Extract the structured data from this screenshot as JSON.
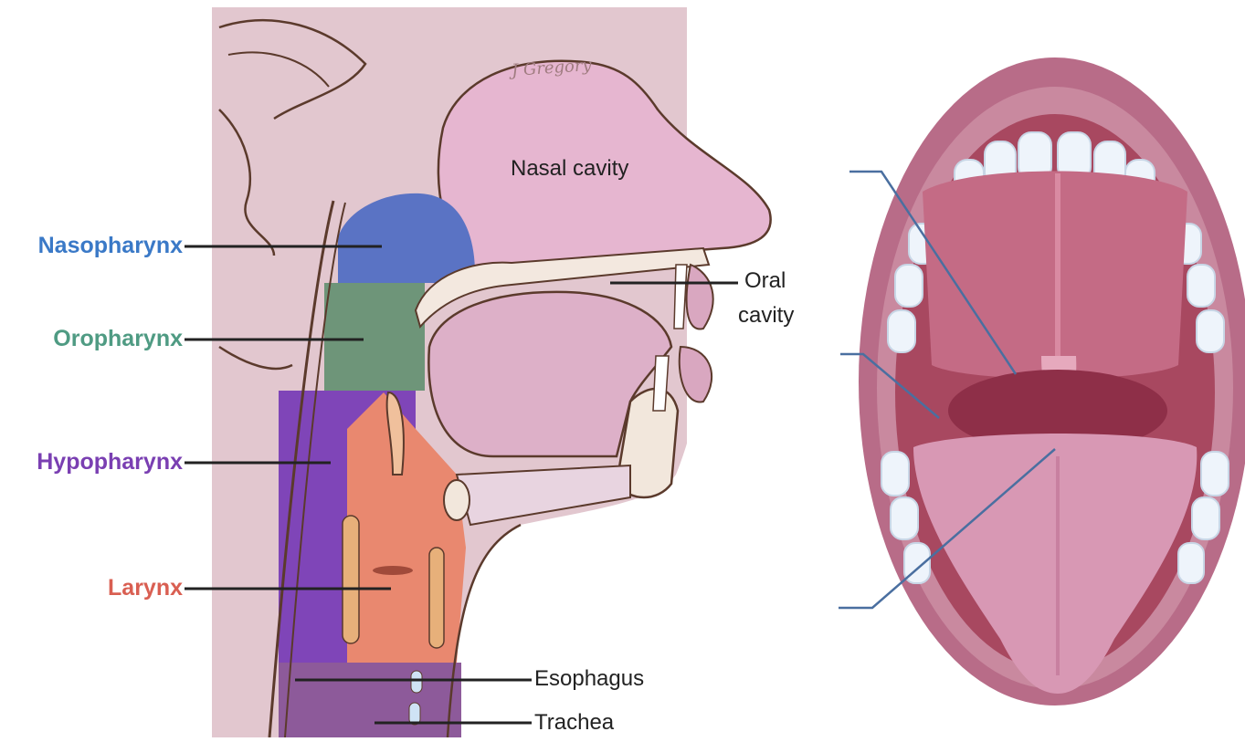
{
  "signature": "J Gregory",
  "region_labels": {
    "nasopharynx": "Nasopharynx",
    "oropharynx": "Oropharynx",
    "hypopharynx": "Hypopharynx",
    "larynx": "Larynx"
  },
  "structure_labels": {
    "nasal_cavity": "Nasal cavity",
    "oral_cavity_line1": "Oral",
    "oral_cavity_line2": "cavity",
    "esophagus": "Esophagus",
    "trachea": "Trachea"
  },
  "colors": {
    "nasopharynx": "#3a79c7",
    "oropharynx": "#4f9b83",
    "hypopharynx": "#7a3fb2",
    "larynx": "#d95f52",
    "tissue": "#e4c8d4",
    "outline": "#5b3a2c",
    "mouth_interior": "#b85f77",
    "teeth": "#eef4fb",
    "leader_line_right": "#4a6fa0"
  }
}
